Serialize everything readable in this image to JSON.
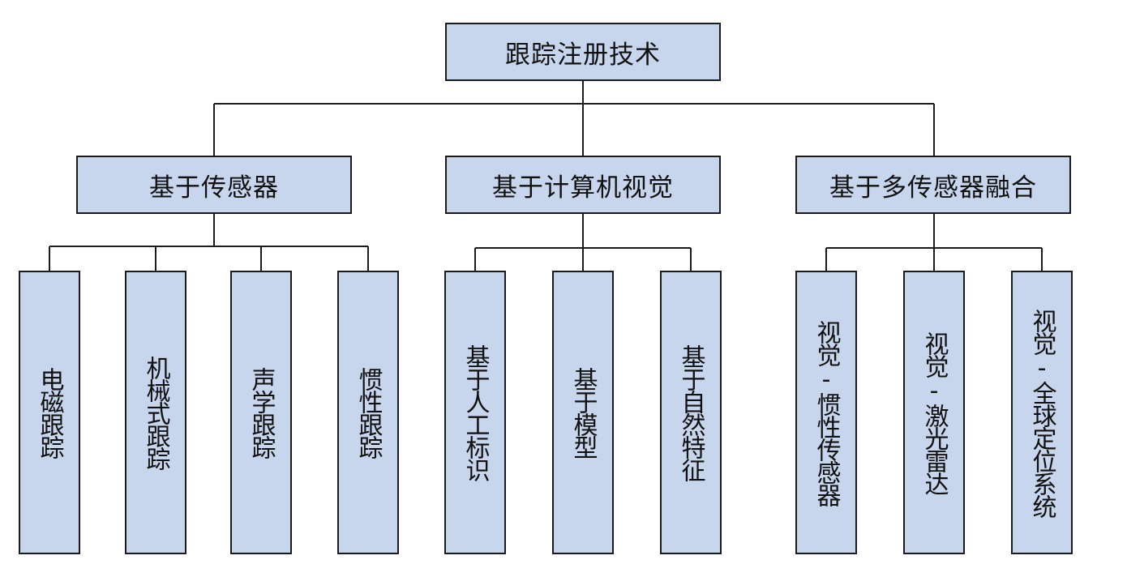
{
  "colors": {
    "box_fill": "#c7d5ed",
    "stroke": "#1a1a1a",
    "text": "#111111"
  },
  "root": {
    "label": "跟踪注册技术"
  },
  "categories": [
    {
      "label": "基于传感器",
      "children": [
        {
          "label": "电磁跟踪"
        },
        {
          "label": "机械式跟踪"
        },
        {
          "label": "声学跟踪"
        },
        {
          "label": "惯性跟踪"
        }
      ]
    },
    {
      "label": "基于计算机视觉",
      "children": [
        {
          "label": "基于人工标识"
        },
        {
          "label": "基于模型"
        },
        {
          "label": "基于自然特征"
        }
      ]
    },
    {
      "label": "基于多传感器融合",
      "children": [
        {
          "label": "视觉-惯性传感器"
        },
        {
          "label": "视觉-激光雷达"
        },
        {
          "label": "视觉-全球定位系统"
        }
      ]
    }
  ]
}
